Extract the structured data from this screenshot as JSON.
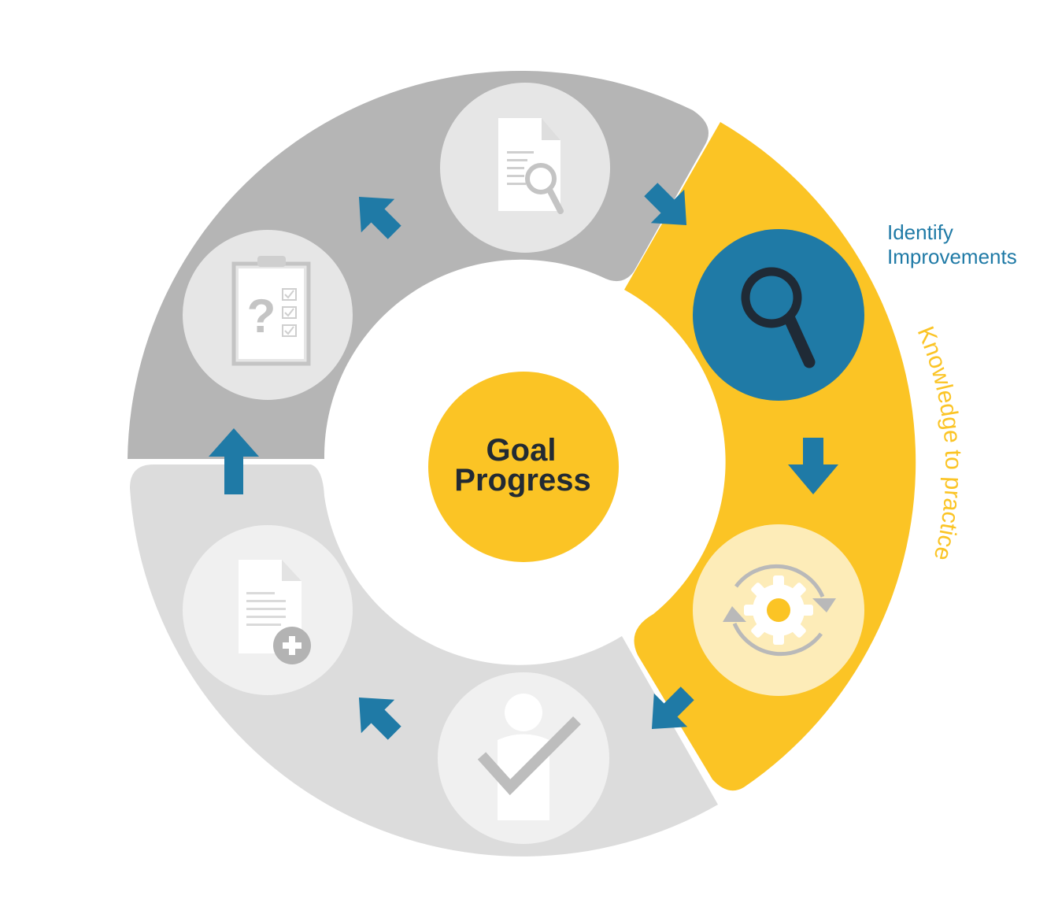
{
  "center": {
    "line1": "Goal",
    "line2": "Progress"
  },
  "side_label": {
    "line1": "Identify",
    "line2": "Improvements"
  },
  "arc_label": "Knowledge to practice",
  "colors": {
    "ring_top": "#b5b5b5",
    "ring_bottom": "#dcdcdc",
    "highlight": "#fbc425",
    "accent_blue": "#1f7aa6",
    "node_gray": "#e6e6e6",
    "node_light": "#f1f1f1",
    "node_cream": "#fdecb8",
    "icon_gray": "#c4c4c4",
    "text_dark": "#222a33"
  },
  "icons": [
    "document-search-icon",
    "magnifier-icon",
    "gear-cycle-icon",
    "person-check-icon",
    "document-add-icon",
    "clipboard-question-icon"
  ]
}
